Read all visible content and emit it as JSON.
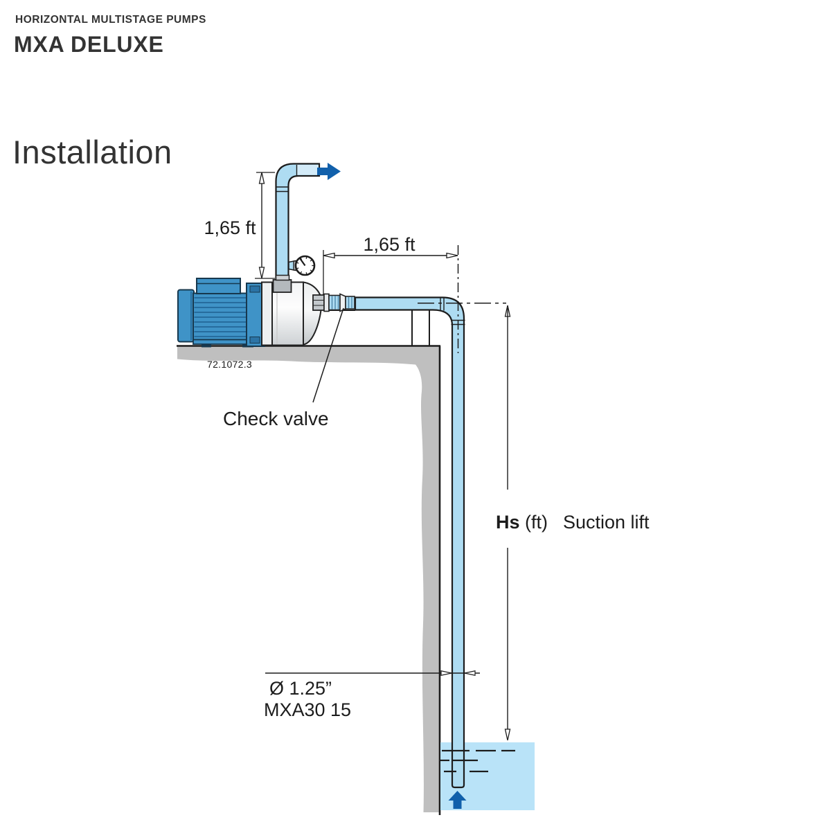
{
  "header": {
    "series": "HORIZONTAL MULTISTAGE PUMPS",
    "model": "MXA DELUXE"
  },
  "title": "Installation",
  "diagram": {
    "drawing_number": "72.1072.3",
    "discharge_height": "1,65 ft",
    "horizontal_run": "1,65 ft",
    "check_valve_label": "Check valve",
    "suction_lift_symbol": "Hs",
    "suction_lift_unit": "(ft)",
    "suction_lift_label": "Suction lift",
    "pipe_diameter": "Ø 1.25”",
    "pump_model": "MXA30 15",
    "icons": {
      "discharge_flow": "flow-arrow-right-icon",
      "suction_flow": "flow-arrow-up-icon",
      "pressure_gauge": "pressure-gauge-icon"
    },
    "colors": {
      "pipe": "#aedcf2",
      "pipe_light": "#d3ebf8",
      "water": "#b9e3f8",
      "flow_arrow": "#1160ab",
      "motor": "#3f93c7",
      "wall": "#bfbfbf",
      "line": "#1c1c1c"
    }
  }
}
